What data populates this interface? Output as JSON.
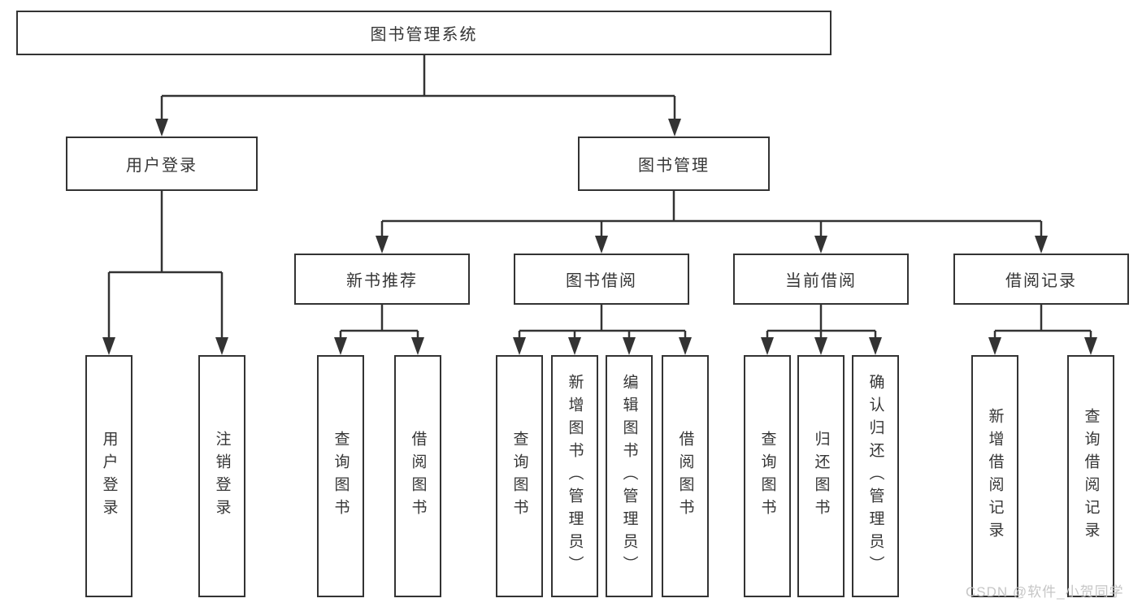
{
  "watermark": "CSDN @软件_小贺同学",
  "colors": {
    "line": "#333333",
    "text": "#363636",
    "watermark": "#c3c3c3",
    "background": "#ffffff"
  },
  "tree": {
    "root": {
      "label": "图书管理系统"
    },
    "user_login": {
      "label": "用户登录",
      "children": [
        {
          "label": "用户登录"
        },
        {
          "label": "注销登录"
        }
      ]
    },
    "book_management": {
      "label": "图书管理",
      "sections": [
        {
          "label": "新书推荐",
          "children": [
            {
              "label": "查询图书"
            },
            {
              "label": "借阅图书"
            }
          ]
        },
        {
          "label": "图书借阅",
          "children": [
            {
              "label": "查询图书"
            },
            {
              "label": "新增图书（管理员）"
            },
            {
              "label": "编辑图书（管理员）"
            },
            {
              "label": "借阅图书"
            }
          ]
        },
        {
          "label": "当前借阅",
          "children": [
            {
              "label": "查询图书"
            },
            {
              "label": "归还图书"
            },
            {
              "label": "确认归还（管理员）"
            }
          ]
        },
        {
          "label": "借阅记录",
          "children": [
            {
              "label": "新增借阅记录"
            },
            {
              "label": "查询借阅记录"
            }
          ]
        }
      ]
    }
  }
}
